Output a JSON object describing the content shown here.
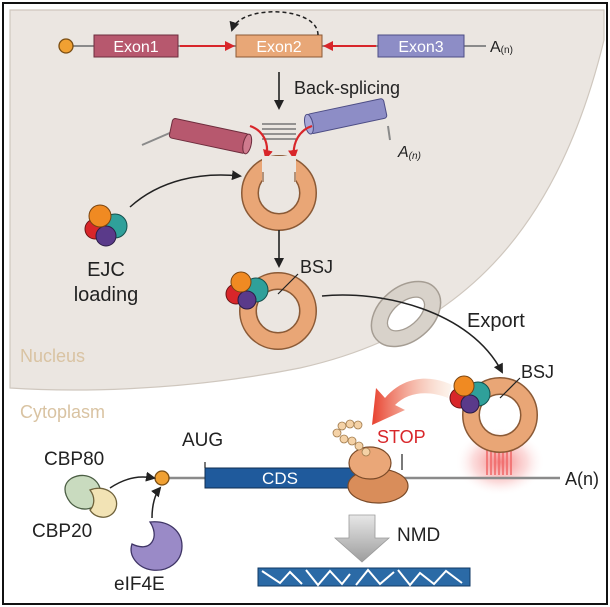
{
  "exons": {
    "exon1": "Exon1",
    "exon2": "Exon2",
    "exon3": "Exon3"
  },
  "poly_a": {
    "base": "A",
    "sub": "(n)",
    "full": "A(n)"
  },
  "steps": {
    "back_splicing": "Back-splicing",
    "export": "Export",
    "nmd": "NMD"
  },
  "labels": {
    "ejc_line1": "EJC",
    "ejc_line2": "loading",
    "bsj_nucleus": "BSJ",
    "bsj_cytoplasm": "BSJ",
    "nucleus": "Nucleus",
    "cytoplasm": "Cytoplasm",
    "cbp80": "CBP80",
    "cbp20": "CBP20",
    "eif4e": "eIF4E",
    "aug": "AUG",
    "cds": "CDS",
    "stop": "STOP"
  },
  "colors": {
    "exon1": "#b7586e",
    "exon2": "#e8a777",
    "exon3": "#8d8dc6",
    "circ_rna": "#e9a676",
    "cds": "#1f5a9c",
    "stop_red": "#d8262a",
    "nucleus_fill": "#ebe6e1",
    "compartment_text": "#d9c3a2",
    "degraded": "#2b6aa6"
  }
}
